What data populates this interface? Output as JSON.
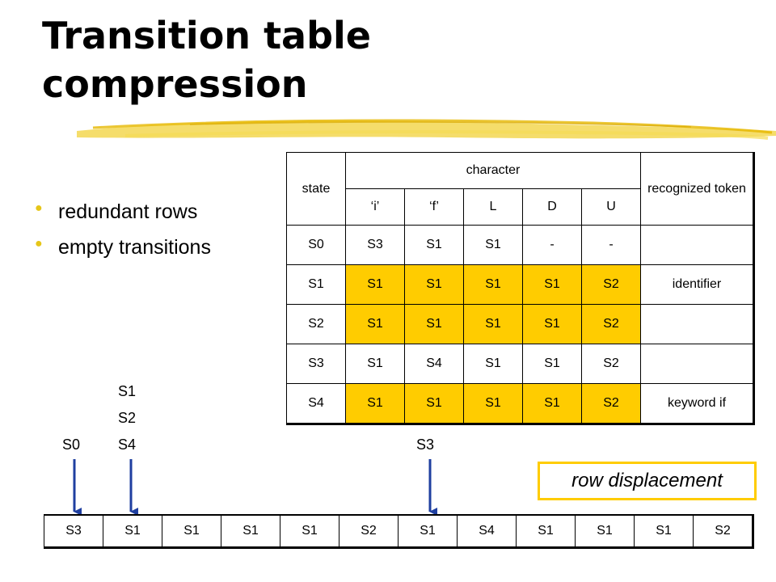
{
  "slide": {
    "title": "Transition table compression",
    "bullets": [
      "redundant rows",
      "empty transitions"
    ]
  },
  "table": {
    "headers": {
      "state": "state",
      "character": "character",
      "recognized_token": "recognized token",
      "chars": [
        "‘i’",
        "‘f’",
        "L",
        "D",
        "U"
      ]
    },
    "rows": [
      {
        "state": "S0",
        "cells": [
          "S3",
          "S1",
          "S1",
          "-",
          "-"
        ],
        "token": "",
        "highlight": false
      },
      {
        "state": "S1",
        "cells": [
          "S1",
          "S1",
          "S1",
          "S1",
          "S2"
        ],
        "token": "identifier",
        "highlight": true
      },
      {
        "state": "S2",
        "cells": [
          "S1",
          "S1",
          "S1",
          "S1",
          "S2"
        ],
        "token": "",
        "highlight": true
      },
      {
        "state": "S3",
        "cells": [
          "S1",
          "S4",
          "S1",
          "S1",
          "S2"
        ],
        "token": "",
        "highlight": false
      },
      {
        "state": "S4",
        "cells": [
          "S1",
          "S1",
          "S1",
          "S1",
          "S2"
        ],
        "token": "keyword if",
        "highlight": true
      }
    ],
    "highlight_color": "#ffcc00"
  },
  "pointers": {
    "labels": [
      "S0",
      "S1",
      "S2",
      "S4",
      "S3"
    ]
  },
  "row_displacement_label": "row displacement",
  "array": [
    "S3",
    "S1",
    "S1",
    "S1",
    "S1",
    "S2",
    "S1",
    "S4",
    "S1",
    "S1",
    "S1",
    "S2"
  ],
  "colors": {
    "bullet": "#e6c619",
    "accent": "#ffcc00",
    "arrow": "#1f3fa0"
  }
}
